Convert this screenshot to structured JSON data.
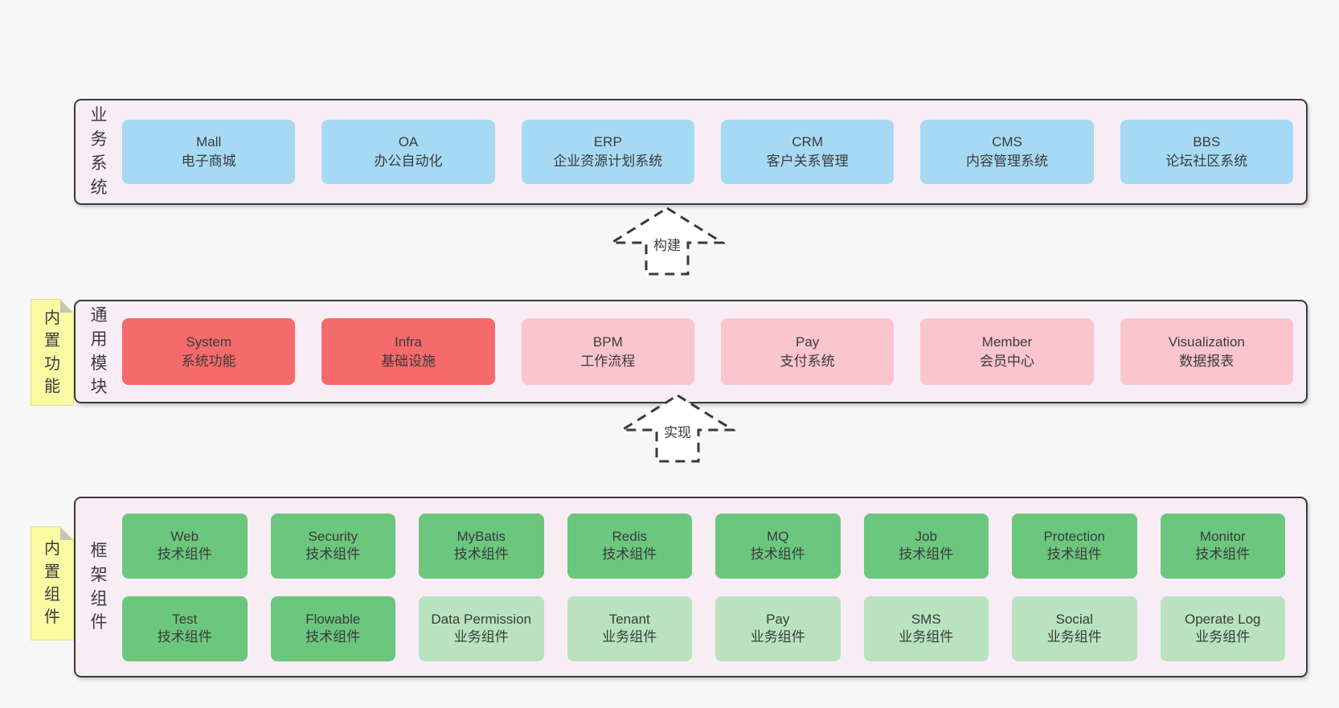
{
  "colors": {
    "page_bg": "#f7f7f7",
    "container_bg": "#f8ecf5",
    "container_border": "#3a3a3a",
    "blue_box": "#a6daf4",
    "red_box": "#f56a6a",
    "pink_box": "#fbc5cd",
    "green_box": "#6cc77e",
    "green_light_box": "#b8e3be",
    "sticky_yellow": "#fbfba3",
    "fold_gray": "#c4c4c4",
    "text": "#3b3b3b"
  },
  "arrows": {
    "build": "构建",
    "implement": "实现"
  },
  "stickies": {
    "features": "内置功能",
    "components": "内置组件"
  },
  "layers": {
    "business": {
      "label": "业务系统",
      "boxes": [
        {
          "title": "Mall",
          "subtitle": "电子商城"
        },
        {
          "title": "OA",
          "subtitle": "办公自动化"
        },
        {
          "title": "ERP",
          "subtitle": "企业资源计划系统"
        },
        {
          "title": "CRM",
          "subtitle": "客户关系管理"
        },
        {
          "title": "CMS",
          "subtitle": "内容管理系统"
        },
        {
          "title": "BBS",
          "subtitle": "论坛社区系统"
        }
      ]
    },
    "modules": {
      "label": "通用模块",
      "boxes": [
        {
          "title": "System",
          "subtitle": "系统功能"
        },
        {
          "title": "Infra",
          "subtitle": "基础设施"
        },
        {
          "title": "BPM",
          "subtitle": "工作流程"
        },
        {
          "title": "Pay",
          "subtitle": "支付系统"
        },
        {
          "title": "Member",
          "subtitle": "会员中心"
        },
        {
          "title": "Visualization",
          "subtitle": "数据报表"
        }
      ]
    },
    "framework": {
      "label": "框架组件",
      "rows": [
        [
          {
            "title": "Web",
            "subtitle": "技术组件"
          },
          {
            "title": "Security",
            "subtitle": "技术组件"
          },
          {
            "title": "MyBatis",
            "subtitle": "技术组件"
          },
          {
            "title": "Redis",
            "subtitle": "技术组件"
          },
          {
            "title": "MQ",
            "subtitle": "技术组件"
          },
          {
            "title": "Job",
            "subtitle": "技术组件"
          },
          {
            "title": "Protection",
            "subtitle": "技术组件"
          },
          {
            "title": "Monitor",
            "subtitle": "技术组件"
          }
        ],
        [
          {
            "title": "Test",
            "subtitle": "技术组件"
          },
          {
            "title": "Flowable",
            "subtitle": "技术组件"
          },
          {
            "title": "Data Permission",
            "subtitle": "业务组件"
          },
          {
            "title": "Tenant",
            "subtitle": "业务组件"
          },
          {
            "title": "Pay",
            "subtitle": "业务组件"
          },
          {
            "title": "SMS",
            "subtitle": "业务组件"
          },
          {
            "title": "Social",
            "subtitle": "业务组件"
          },
          {
            "title": "Operate Log",
            "subtitle": "业务组件"
          }
        ]
      ]
    }
  }
}
